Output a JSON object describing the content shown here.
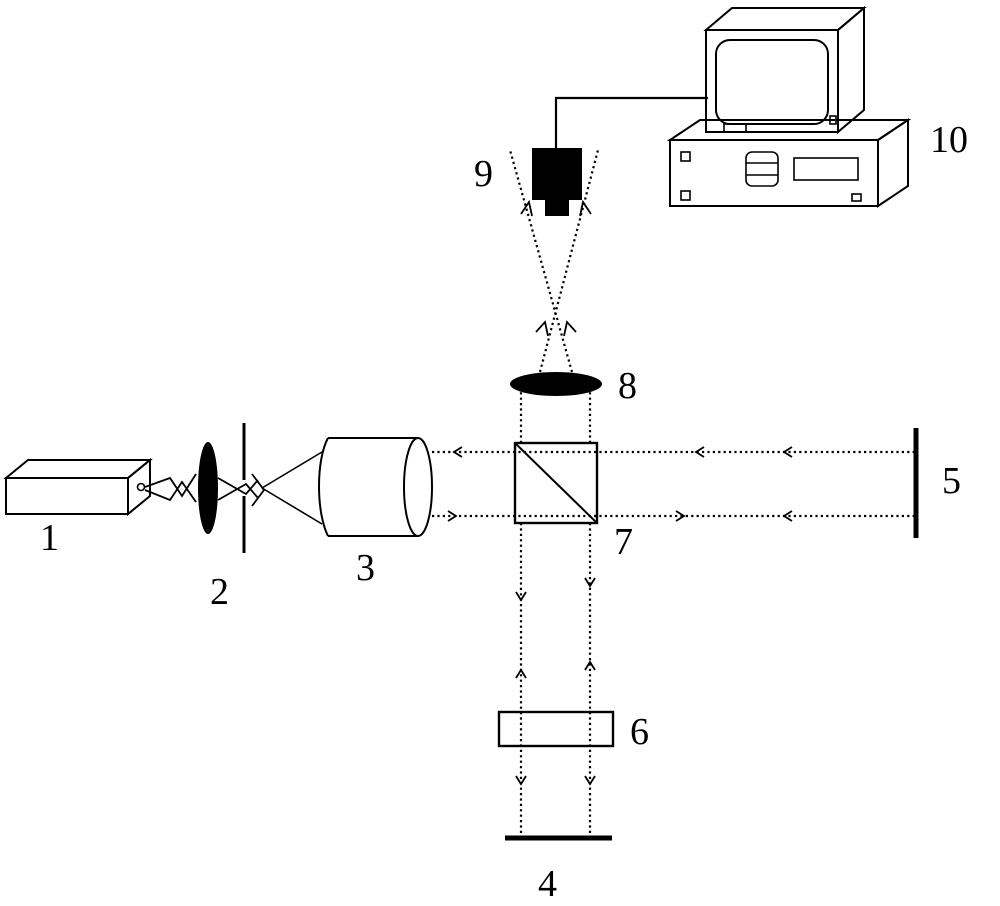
{
  "labels": {
    "laser": "1",
    "spatial_filter": "2",
    "collimator": "3",
    "reference_mirror": "4",
    "object_mirror": "5",
    "sample": "6",
    "beam_splitter": "7",
    "imaging_lens": "8",
    "camera": "9",
    "computer": "10"
  },
  "colors": {
    "ink": "#000000",
    "background": "#ffffff"
  }
}
